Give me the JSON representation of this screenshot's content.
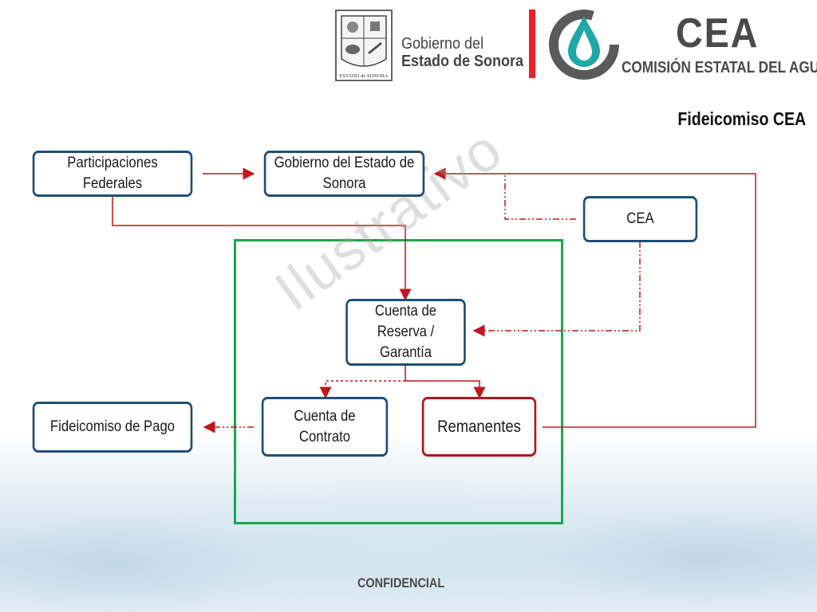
{
  "header": {
    "gov_line1": "Gobierno del",
    "gov_line2": "Estado de Sonora",
    "seal_caption": "ESTADO de SONORA",
    "cea_logo": "CEA",
    "cea_subtitle": "COMISIÓN ESTATAL DEL AGUA",
    "accent_red": "#e8202a"
  },
  "slide": {
    "title": "Fideicomiso CEA",
    "watermark": "Ilustrativo",
    "footer": "CONFIDENCIAL"
  },
  "nodes": {
    "participaciones": "Participaciones Federales",
    "gobierno": "Gobierno del Estado de Sonora",
    "cea": "CEA",
    "reserva": "Cuenta de Reserva / Garantía",
    "fideicomiso_pago": "Fideicomiso de Pago",
    "contrato": "Cuenta de Contrato",
    "remanentes": "Remanentes"
  },
  "colors": {
    "box_border": "#1f4e79",
    "remanentes_border": "#b3141c",
    "arrow": "#c0171f",
    "trust_frame": "#1aa84a"
  }
}
